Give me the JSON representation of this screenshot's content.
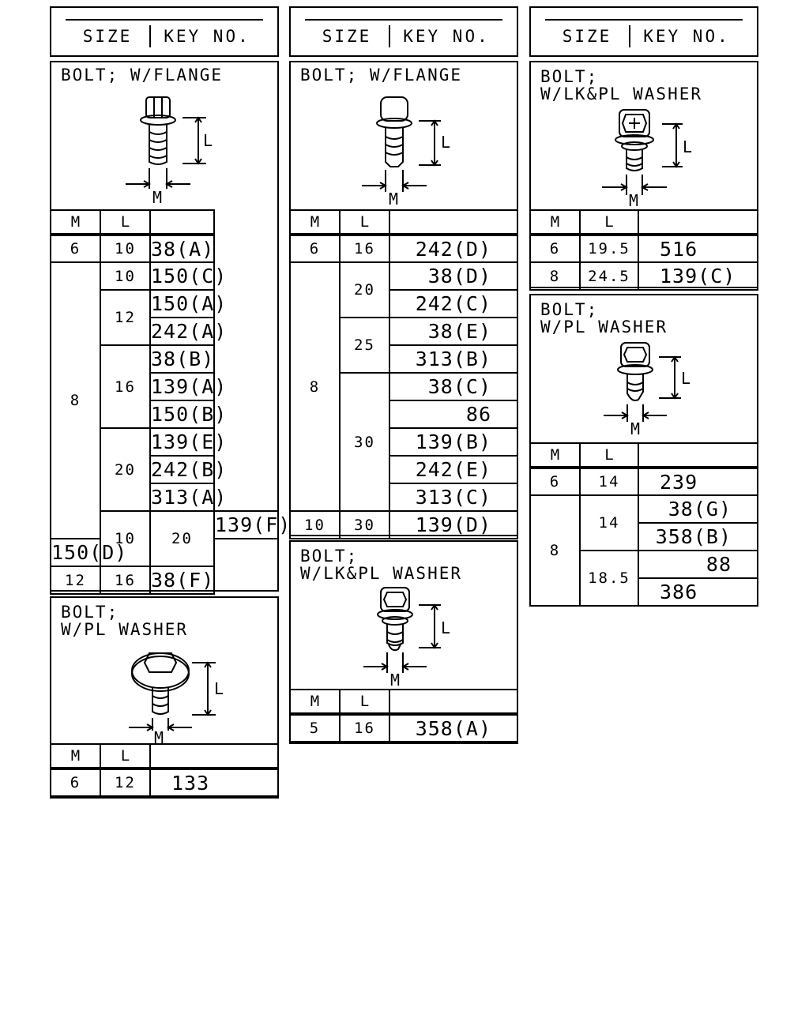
{
  "headers": {
    "size_label": "SIZE",
    "key_label": "KEY NO."
  },
  "col": {
    "m": "M",
    "l": "L"
  },
  "dim": {
    "l": "L",
    "m": "M"
  },
  "panels": {
    "p1": {
      "title": "BOLT; W/FLANGE",
      "rows": [
        {
          "m": "6",
          "l": "10",
          "key": "38(A)"
        },
        {
          "m": "8",
          "l": "10",
          "key": "150(C)"
        },
        {
          "m": "",
          "l": "12",
          "key": "150(A)"
        },
        {
          "m": "",
          "l": "",
          "key": "242(A)"
        },
        {
          "m": "",
          "l": "16",
          "key": "38(B)"
        },
        {
          "m": "",
          "l": "",
          "key": "139(A)"
        },
        {
          "m": "",
          "l": "",
          "key": "150(B)"
        },
        {
          "m": "",
          "l": "20",
          "key": "139(E)"
        },
        {
          "m": "",
          "l": "",
          "key": "242(B)"
        },
        {
          "m": "",
          "l": "",
          "key": "313(A)"
        },
        {
          "m": "10",
          "l": "20",
          "key": "139(F)"
        },
        {
          "m": "",
          "l": "",
          "key": "150(D)"
        },
        {
          "m": "12",
          "l": "16",
          "key": "38(F)"
        }
      ]
    },
    "p2": {
      "title_line1": "BOLT;",
      "title_line2": "W/PL WASHER",
      "rows": [
        {
          "m": "6",
          "l": "12",
          "key": "133"
        }
      ]
    },
    "p3": {
      "title": "BOLT; W/FLANGE",
      "rows": [
        {
          "m": "6",
          "l": "16",
          "key": "242(D)"
        },
        {
          "m": "8",
          "l": "20",
          "key": "38(D)"
        },
        {
          "m": "",
          "l": "",
          "key": "242(C)"
        },
        {
          "m": "",
          "l": "25",
          "key": "38(E)"
        },
        {
          "m": "",
          "l": "",
          "key": "313(B)"
        },
        {
          "m": "",
          "l": "30",
          "key": "38(C)"
        },
        {
          "m": "",
          "l": "",
          "key": "86"
        },
        {
          "m": "",
          "l": "",
          "key": "139(B)"
        },
        {
          "m": "",
          "l": "",
          "key": "242(E)"
        },
        {
          "m": "",
          "l": "",
          "key": "313(C)"
        },
        {
          "m": "10",
          "l": "30",
          "key": "139(D)"
        }
      ]
    },
    "p4": {
      "title_line1": "BOLT;",
      "title_line2": "W/LK&PL WASHER",
      "rows": [
        {
          "m": "5",
          "l": "16",
          "key": "358(A)"
        }
      ]
    },
    "p5": {
      "title_line1": "BOLT;",
      "title_line2": "W/LK&PL WASHER",
      "rows": [
        {
          "m": "6",
          "l": "19.5",
          "key": "516"
        },
        {
          "m": "8",
          "l": "24.5",
          "key": "139(C)"
        }
      ]
    },
    "p6": {
      "title_line1": "BOLT;",
      "title_line2": "W/PL WASHER",
      "rows": [
        {
          "m": "6",
          "l": "14",
          "key": "239"
        },
        {
          "m": "8",
          "l": "14",
          "key": "38(G)"
        },
        {
          "m": "",
          "l": "",
          "key": "358(B)"
        },
        {
          "m": "",
          "l": "18.5",
          "key": "88"
        },
        {
          "m": "",
          "l": "",
          "key": "386"
        }
      ]
    }
  }
}
